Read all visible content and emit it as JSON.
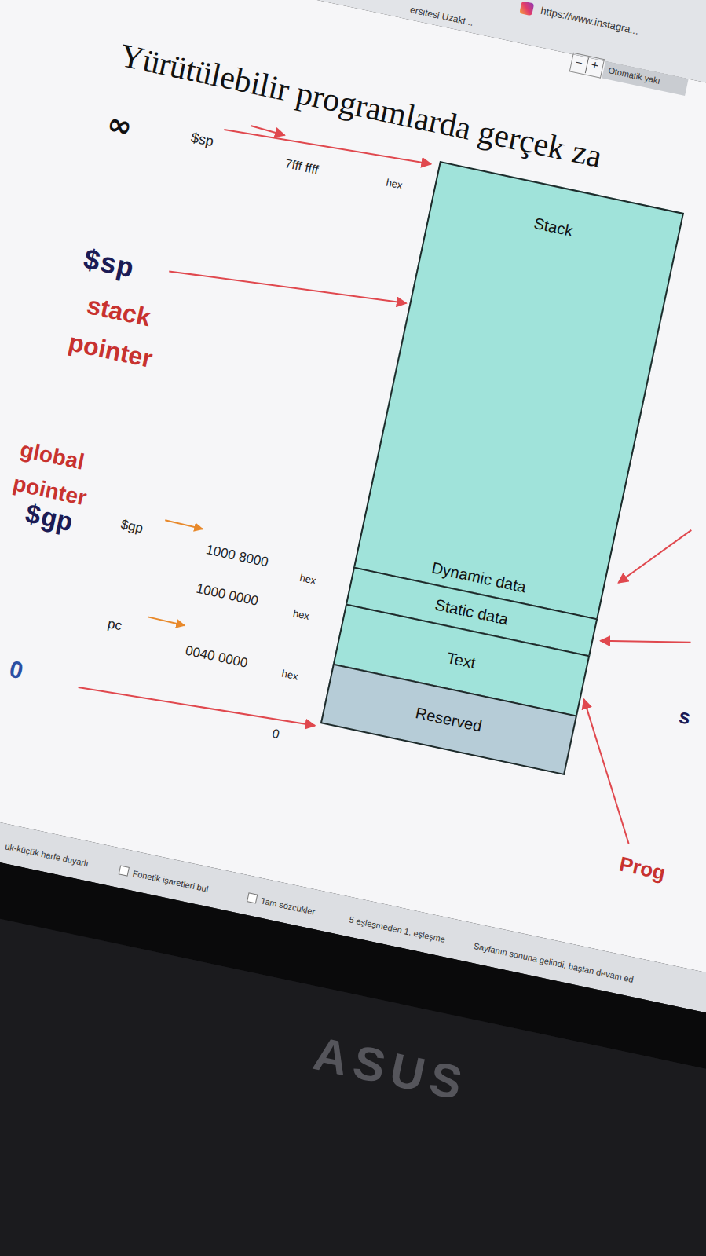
{
  "diagram": {
    "title": "Yürütülebilir programlarda gerçek za",
    "nodes": [
      {
        "text": [
          "Stack",
          "Dynamic data"
        ]
      },
      {
        "text": [
          "Static data"
        ]
      },
      {
        "text": [
          "Text"
        ]
      },
      {
        "text": [
          "Reserved"
        ]
      }
    ],
    "labels": [
      "ersitesi Uzakt...",
      "https://www.instagra...",
      "−",
      "+",
      "Otomatik yakı",
      "∞",
      "$sp",
      "7fff ffff",
      "hex",
      "$sp",
      "stack pointer",
      "global pointer",
      "$gp",
      "$gp",
      "1000 8000",
      "hex",
      "1000 0000",
      "hex",
      "pc",
      "0040 0000",
      "hex",
      "0",
      "0",
      "Prog",
      "s",
      "ük-küçük harfe duyarlı",
      "Fonetik işaretleri bul",
      "Tam sözcükler",
      "5 eşleşmeden 1. eşleşme",
      "Sayfanın sonuna gelindi, baştan devam ed",
      "ASUS"
    ]
  }
}
